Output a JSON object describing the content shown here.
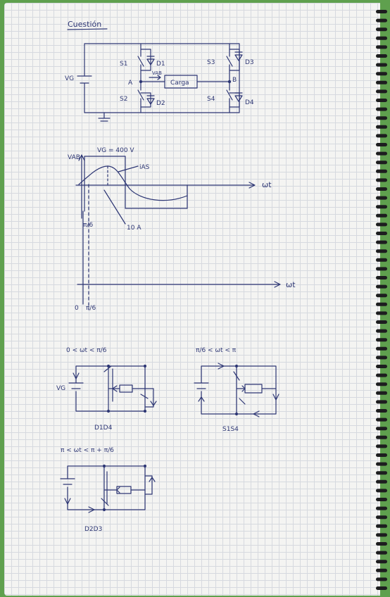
{
  "title": "Cuestión",
  "circuit": {
    "vg": "VG",
    "s1": "S1",
    "d1": "D1",
    "s2": "S2",
    "d2": "D2",
    "s3": "S3",
    "d3": "D3",
    "s4": "S4",
    "d4": "D4",
    "node_a": "A",
    "node_b": "B",
    "vab": "VAB",
    "load": "Carga"
  },
  "graph1": {
    "y_label": "VAB",
    "vg_label": "VG = 400 V",
    "ias_label": "iAS",
    "x_label": "ωt",
    "pi6": "π/6",
    "current_label": "10 A"
  },
  "graph2": {
    "x_label": "ωt",
    "zero": "0",
    "pi6": "π/6"
  },
  "intervals": [
    {
      "title": "0 < ωt < π/6",
      "caption": "D1D4",
      "vg": "VG"
    },
    {
      "title": "π/6 < ωt < π",
      "caption": "S1S4"
    },
    {
      "title": "π < ωt < π + π/6",
      "caption": "D2D3"
    }
  ],
  "colors": {
    "ink": "#2d3674",
    "grid": "#d6d9df",
    "paper": "#f4f4f2",
    "cover": "#5fa04e"
  }
}
